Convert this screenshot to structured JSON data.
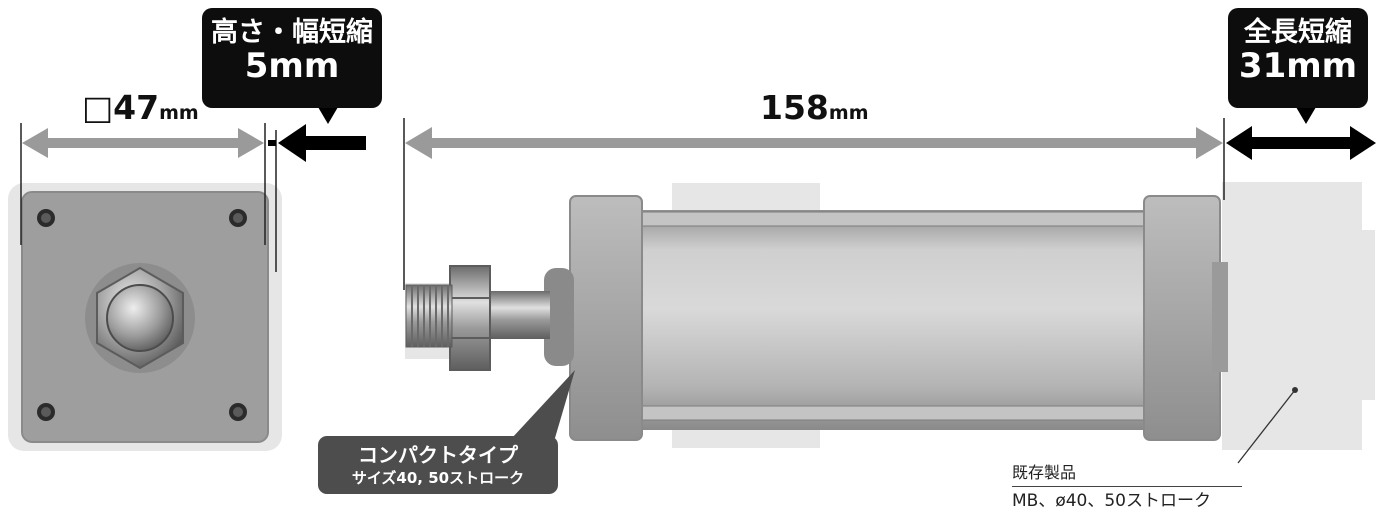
{
  "callouts": {
    "height_width": {
      "line1": "高さ・幅短縮",
      "line2": "5mm"
    },
    "length": {
      "line1": "全長短縮",
      "line2": "31mm"
    }
  },
  "dimensions": {
    "square": {
      "value": "□47",
      "unit": "mm"
    },
    "length": {
      "value": "158",
      "unit": "mm"
    }
  },
  "badge": {
    "line1": "コンパクトタイプ",
    "line2": "サイズ40, 50ストローク"
  },
  "existing_product": {
    "name": "既存製品",
    "spec": "MB、ø40、50ストローク"
  },
  "colors": {
    "dimension_arrow": "#9a9a9a",
    "reduction_arrow": "#000000",
    "callout_bg": "#0d0d0d",
    "badge_bg": "#4d4d4d",
    "ghost_product": "#e6e6e6",
    "aluminum": "#a9a9a9"
  }
}
